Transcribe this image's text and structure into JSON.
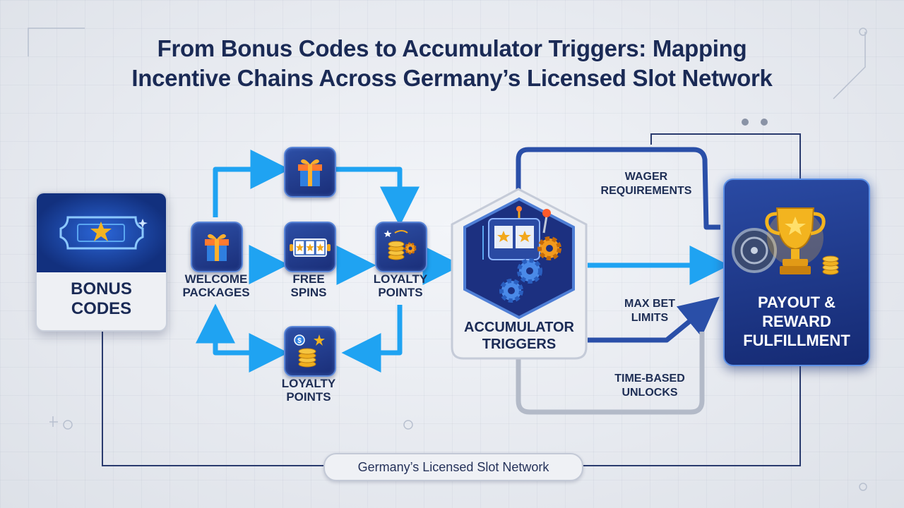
{
  "title": {
    "line1": "From Bonus Codes to Accumulator Triggers: Mapping",
    "line2": "Incentive Chains Across Germany’s Licensed Slot Network"
  },
  "nodes": {
    "bonus_codes": {
      "line1": "BONUS",
      "line2": "CODES"
    },
    "welcome_packages": {
      "line1": "WELCOME",
      "line2": "PACKAGES"
    },
    "free_spins": {
      "line1": "FREE",
      "line2": "SPINS"
    },
    "loyalty_points_mid": {
      "line1": "LOYALTY",
      "line2": "POINTS"
    },
    "loyalty_points_bottom": {
      "line1": "LOYALTY",
      "line2": "POINTS"
    },
    "accumulator_triggers": {
      "line1": "ACCUMULATOR",
      "line2": "TRIGGERS"
    },
    "payout": {
      "line1": "PAYOUT &",
      "line2": "REWARD",
      "line3": "FULFILLMENT"
    }
  },
  "conditions": {
    "wager": {
      "line1": "WAGER",
      "line2": "REQUIREMENTS"
    },
    "max_bet": {
      "line1": "MAX BET",
      "line2": "LIMITS"
    },
    "time_based": {
      "line1": "TIME-BASED",
      "line2": "UNLOCKS"
    }
  },
  "footer": {
    "network": "Germany’s Licensed Slot Network"
  },
  "colors": {
    "arrow_light": "#1fa3f2",
    "arrow_dark": "#2a4fa8",
    "tile_fill": "#1f3584",
    "title_text": "#1a2a55",
    "gold": "#f0a81e"
  },
  "icons": [
    "ticket-star-icon",
    "gift-icon",
    "slot-reels-icon",
    "coins-gear-icon",
    "coins-star-icon",
    "slot-machine-gears-icon",
    "trophy-vault-icon"
  ]
}
